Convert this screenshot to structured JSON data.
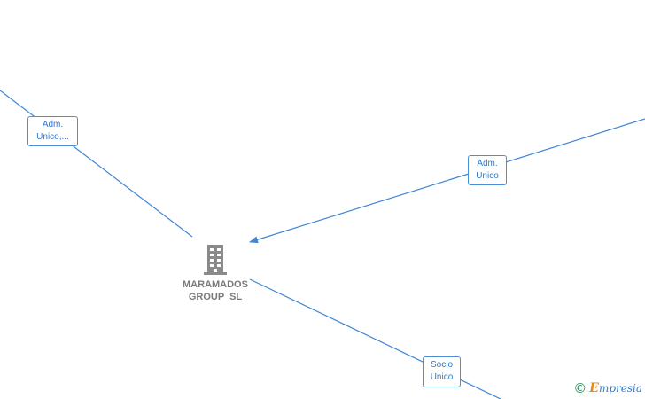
{
  "company": {
    "name_line1": "MARAMADOS",
    "name_line2": "GROUP  SL",
    "icon": "building-icon"
  },
  "edge_labels": [
    {
      "line1": "Adm.",
      "line2": "Unico,..."
    },
    {
      "line1": "Adm.",
      "line2": "Unico"
    },
    {
      "line1": "Socio",
      "line2": "Único"
    }
  ],
  "watermark": {
    "symbol": "©",
    "brand": "Empresia"
  },
  "colors": {
    "edge": "#3f86d4",
    "label_border": "#4a8fd8",
    "label_text": "#2f7ad0",
    "node_icon": "#8a8a8a",
    "node_text": "#7a7a7a"
  }
}
